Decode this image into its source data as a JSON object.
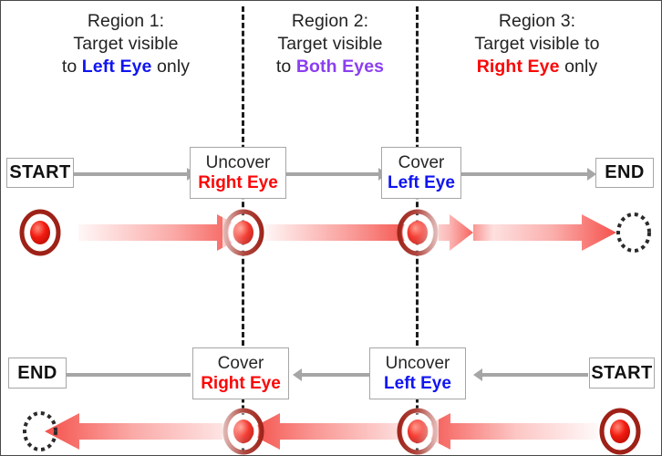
{
  "diagram": {
    "title": "Binocular target visibility flow diagram",
    "colors": {
      "left_eye": "#1015f0",
      "right_eye": "#fb0707",
      "both_eyes": "#8b3ff0",
      "connector": "#a6a6a6",
      "divider": "#1d1d1d",
      "target_ring": "#9e2117",
      "target_center": "#ee1c1c",
      "motion_arrow": "#f4423c",
      "frame": "#4a4a4a"
    },
    "regions": [
      {
        "id": "region-1",
        "line1": "Region 1:",
        "line2": "Target visible",
        "line3_pre": "to ",
        "line3_em": "Left Eye",
        "line3_post": " only",
        "em_class": "em-blue"
      },
      {
        "id": "region-2",
        "line1": "Region 2:",
        "line2": "Target visible",
        "line3_pre": "to ",
        "line3_em": "Both Eyes",
        "line3_post": "",
        "em_class": "em-purple"
      },
      {
        "id": "region-3",
        "line1": "Region 3:",
        "line2": "Target visible to",
        "line3_pre": "",
        "line3_em": "Right Eye",
        "line3_post": " only",
        "em_class": "em-red"
      }
    ],
    "top_flow": {
      "direction": "left-to-right",
      "start_label": "START",
      "end_label": "END",
      "steps": [
        {
          "id": "top-step-1",
          "line1": "Uncover",
          "line2": "Right Eye",
          "line2_color": "red"
        },
        {
          "id": "top-step-2",
          "line1": "Cover",
          "line2": "Left Eye",
          "line2_color": "blue"
        }
      ]
    },
    "bottom_flow": {
      "direction": "right-to-left",
      "start_label": "START",
      "end_label": "END",
      "steps": [
        {
          "id": "bottom-step-1",
          "line1": "Cover",
          "line2": "Right Eye",
          "line2_color": "red"
        },
        {
          "id": "bottom-step-2",
          "line1": "Uncover",
          "line2": "Left Eye",
          "line2_color": "blue"
        }
      ]
    },
    "targets": {
      "solid_label": "target-marker-solid",
      "ghost_label": "target-marker-ghost",
      "fading_label": "target-marker-fading"
    }
  }
}
